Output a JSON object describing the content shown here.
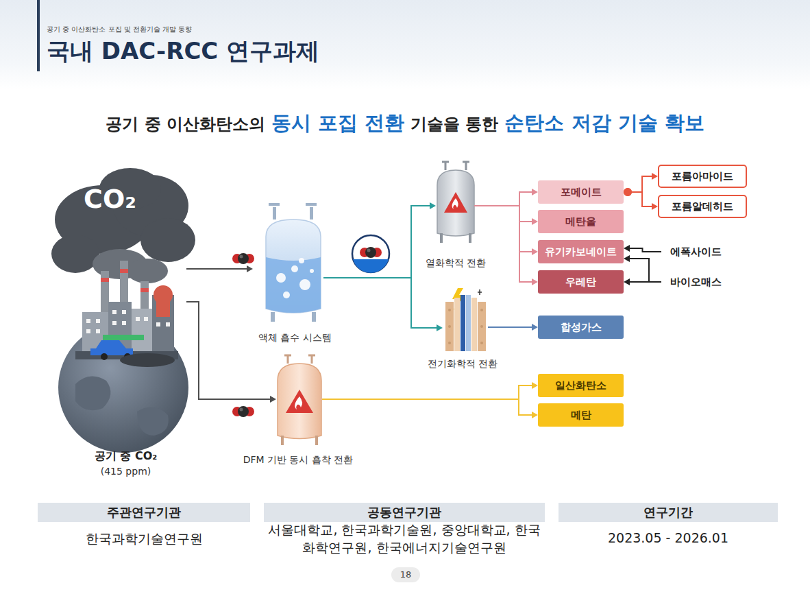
{
  "diagram": {
    "title": "국내 DAC-RCC 연구과제",
    "nodes": [
      {
        "text": [
          "공기 중 CO₂",
          "(415 ppm)"
        ]
      },
      {
        "text": [
          "액체 흡수 시스템"
        ]
      },
      {
        "text": [
          "DFM 기반 동시 흡착 전환"
        ]
      },
      {
        "text": [
          "열화학적 전환"
        ]
      },
      {
        "text": [
          "전기화학적 전환"
        ]
      },
      {
        "text": [
          "포메이트"
        ]
      },
      {
        "text": [
          "메탄올"
        ]
      },
      {
        "text": [
          "유기카보네이트"
        ]
      },
      {
        "text": [
          "우레탄"
        ]
      },
      {
        "text": [
          "합성가스"
        ]
      },
      {
        "text": [
          "일산화탄소"
        ]
      },
      {
        "text": [
          "메탄"
        ]
      },
      {
        "text": [
          "포름아마이드"
        ]
      },
      {
        "text": [
          "포름알데히드"
        ]
      },
      {
        "text": [
          "에폭사이드"
        ]
      },
      {
        "text": [
          "바이오매스"
        ]
      },
      {
        "text": [
          "주관연구기관"
        ]
      },
      {
        "text": [
          "공동연구기관"
        ]
      },
      {
        "text": [
          "연구기간"
        ]
      }
    ],
    "edges": [
      {
        "from": 0,
        "to": 1,
        "arrow": "to"
      },
      {
        "from": 0,
        "to": 2,
        "arrow": "to"
      },
      {
        "from": 1,
        "to": 3,
        "arrow": "to"
      },
      {
        "from": 1,
        "to": 4,
        "arrow": "to"
      },
      {
        "from": 3,
        "to": 5,
        "arrow": "to"
      },
      {
        "from": 3,
        "to": 6,
        "arrow": "to"
      },
      {
        "from": 3,
        "to": 7,
        "arrow": "to"
      },
      {
        "from": 3,
        "to": 8,
        "arrow": "to"
      },
      {
        "from": 5,
        "to": 12,
        "arrow": "to"
      },
      {
        "from": 5,
        "to": 13,
        "arrow": "to"
      },
      {
        "from": 14,
        "to": 7,
        "arrow": "to"
      },
      {
        "from": 15,
        "to": 7,
        "arrow": "to"
      },
      {
        "from": 15,
        "to": 8,
        "arrow": "to"
      },
      {
        "from": 4,
        "to": 9,
        "arrow": "to"
      },
      {
        "from": 2,
        "to": 10,
        "arrow": "to"
      },
      {
        "from": 2,
        "to": 11,
        "arrow": "to"
      }
    ],
    "labels": [
      "공기 중 이산화탄소 포집 및 전환기술 개발 동향",
      "공기 중 이산화탄소의",
      "동시 포집 전환",
      "기술을 통한",
      "순탄소 저감 기술 확보",
      "CO₂",
      "한국과학기술연구원",
      "서울대학교, 한국과학기술원, 중앙대학교, 한국화학연구원, 한국에너지기술연구원",
      "2023.05 - 2026.01",
      "18"
    ]
  }
}
